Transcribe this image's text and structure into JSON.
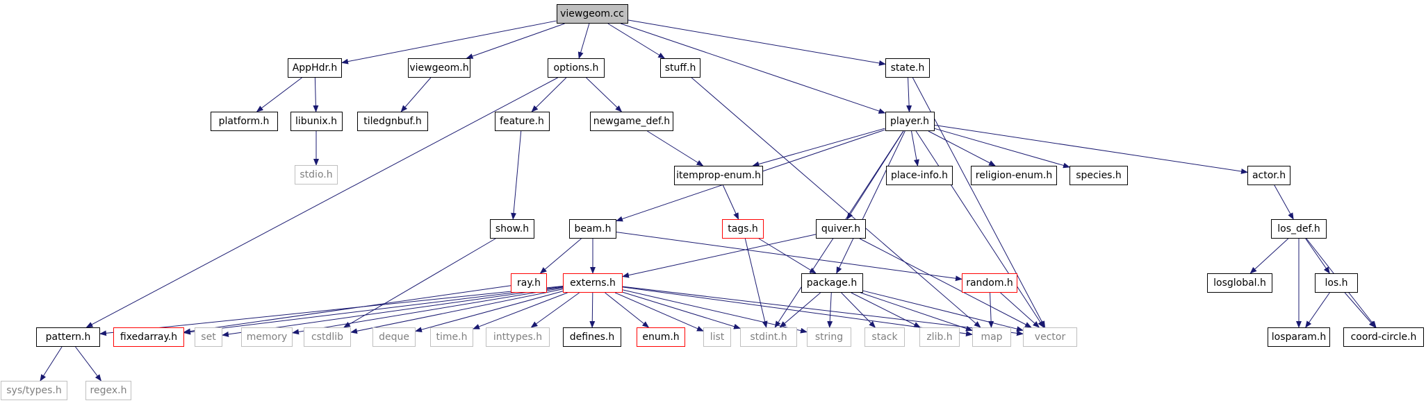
{
  "graph": {
    "edge_color": "#191970",
    "node_style_colors": {
      "normal": "#000000",
      "external": "#bfbfbf",
      "truncated": "#ff0000",
      "root_fill": "#bfbfbf"
    },
    "nodes": [
      {
        "id": "viewgeom_cc",
        "label": "viewgeom.cc",
        "style": "root"
      },
      {
        "id": "apphdr_h",
        "label": "AppHdr.h",
        "style": "normal"
      },
      {
        "id": "viewgeom_h",
        "label": "viewgeom.h",
        "style": "normal"
      },
      {
        "id": "options_h",
        "label": "options.h",
        "style": "normal"
      },
      {
        "id": "stuff_h",
        "label": "stuff.h",
        "style": "normal"
      },
      {
        "id": "state_h",
        "label": "state.h",
        "style": "normal"
      },
      {
        "id": "platform_h",
        "label": "platform.h",
        "style": "normal"
      },
      {
        "id": "libunix_h",
        "label": "libunix.h",
        "style": "normal"
      },
      {
        "id": "tiledgnbuf_h",
        "label": "tiledgnbuf.h",
        "style": "normal"
      },
      {
        "id": "feature_h",
        "label": "feature.h",
        "style": "normal"
      },
      {
        "id": "newgame_def_h",
        "label": "newgame_def.h",
        "style": "normal"
      },
      {
        "id": "player_h",
        "label": "player.h",
        "style": "normal"
      },
      {
        "id": "stdio_h",
        "label": "stdio.h",
        "style": "external"
      },
      {
        "id": "itemprop_enum_h",
        "label": "itemprop-enum.h",
        "style": "normal"
      },
      {
        "id": "place_info_h",
        "label": "place-info.h",
        "style": "normal"
      },
      {
        "id": "religion_enum_h",
        "label": "religion-enum.h",
        "style": "normal"
      },
      {
        "id": "species_h",
        "label": "species.h",
        "style": "normal"
      },
      {
        "id": "actor_h",
        "label": "actor.h",
        "style": "normal"
      },
      {
        "id": "show_h",
        "label": "show.h",
        "style": "normal"
      },
      {
        "id": "beam_h",
        "label": "beam.h",
        "style": "normal"
      },
      {
        "id": "tags_h",
        "label": "tags.h",
        "style": "truncated"
      },
      {
        "id": "quiver_h",
        "label": "quiver.h",
        "style": "normal"
      },
      {
        "id": "los_def_h",
        "label": "los_def.h",
        "style": "normal"
      },
      {
        "id": "ray_h",
        "label": "ray.h",
        "style": "truncated"
      },
      {
        "id": "externs_h",
        "label": "externs.h",
        "style": "truncated"
      },
      {
        "id": "package_h",
        "label": "package.h",
        "style": "normal"
      },
      {
        "id": "random_h",
        "label": "random.h",
        "style": "truncated"
      },
      {
        "id": "losglobal_h",
        "label": "losglobal.h",
        "style": "normal"
      },
      {
        "id": "los_h",
        "label": "los.h",
        "style": "normal"
      },
      {
        "id": "pattern_h",
        "label": "pattern.h",
        "style": "normal"
      },
      {
        "id": "fixedarray_h",
        "label": "fixedarray.h",
        "style": "truncated"
      },
      {
        "id": "set",
        "label": "set",
        "style": "external"
      },
      {
        "id": "memory",
        "label": "memory",
        "style": "external"
      },
      {
        "id": "cstdlib",
        "label": "cstdlib",
        "style": "external"
      },
      {
        "id": "deque",
        "label": "deque",
        "style": "external"
      },
      {
        "id": "time_h",
        "label": "time.h",
        "style": "external"
      },
      {
        "id": "inttypes_h",
        "label": "inttypes.h",
        "style": "external"
      },
      {
        "id": "defines_h",
        "label": "defines.h",
        "style": "normal"
      },
      {
        "id": "enum_h",
        "label": "enum.h",
        "style": "truncated"
      },
      {
        "id": "list",
        "label": "list",
        "style": "external"
      },
      {
        "id": "stdint_h",
        "label": "stdint.h",
        "style": "external"
      },
      {
        "id": "string",
        "label": "string",
        "style": "external"
      },
      {
        "id": "stack",
        "label": "stack",
        "style": "external"
      },
      {
        "id": "zlib_h",
        "label": "zlib.h",
        "style": "external"
      },
      {
        "id": "map",
        "label": "map",
        "style": "external"
      },
      {
        "id": "vector",
        "label": "vector",
        "style": "external"
      },
      {
        "id": "losparam_h",
        "label": "losparam.h",
        "style": "normal"
      },
      {
        "id": "coord_circle_h",
        "label": "coord-circle.h",
        "style": "normal"
      },
      {
        "id": "sys_types_h",
        "label": "sys/types.h",
        "style": "external"
      },
      {
        "id": "regex_h",
        "label": "regex.h",
        "style": "external"
      }
    ],
    "edges": [
      [
        "viewgeom_cc",
        "apphdr_h"
      ],
      [
        "viewgeom_cc",
        "viewgeom_h"
      ],
      [
        "viewgeom_cc",
        "options_h"
      ],
      [
        "viewgeom_cc",
        "stuff_h"
      ],
      [
        "viewgeom_cc",
        "player_h"
      ],
      [
        "viewgeom_cc",
        "state_h"
      ],
      [
        "apphdr_h",
        "platform_h"
      ],
      [
        "apphdr_h",
        "libunix_h"
      ],
      [
        "libunix_h",
        "stdio_h"
      ],
      [
        "viewgeom_h",
        "tiledgnbuf_h"
      ],
      [
        "options_h",
        "feature_h"
      ],
      [
        "options_h",
        "newgame_def_h"
      ],
      [
        "options_h",
        "pattern_h"
      ],
      [
        "stuff_h",
        "map"
      ],
      [
        "state_h",
        "player_h"
      ],
      [
        "state_h",
        "vector"
      ],
      [
        "feature_h",
        "show_h"
      ],
      [
        "show_h",
        "cstdlib"
      ],
      [
        "newgame_def_h",
        "itemprop_enum_h"
      ],
      [
        "player_h",
        "itemprop_enum_h"
      ],
      [
        "player_h",
        "place_info_h"
      ],
      [
        "player_h",
        "religion_enum_h"
      ],
      [
        "player_h",
        "species_h"
      ],
      [
        "player_h",
        "actor_h"
      ],
      [
        "player_h",
        "beam_h"
      ],
      [
        "player_h",
        "quiver_h"
      ],
      [
        "player_h",
        "package_h"
      ],
      [
        "player_h",
        "stdint_h"
      ],
      [
        "player_h",
        "vector"
      ],
      [
        "itemprop_enum_h",
        "tags_h"
      ],
      [
        "tags_h",
        "package_h"
      ],
      [
        "tags_h",
        "stdint_h"
      ],
      [
        "actor_h",
        "los_def_h"
      ],
      [
        "los_def_h",
        "losglobal_h"
      ],
      [
        "los_def_h",
        "los_h"
      ],
      [
        "los_def_h",
        "losparam_h"
      ],
      [
        "los_def_h",
        "coord_circle_h"
      ],
      [
        "los_h",
        "losparam_h"
      ],
      [
        "los_h",
        "coord_circle_h"
      ],
      [
        "beam_h",
        "ray_h"
      ],
      [
        "beam_h",
        "externs_h"
      ],
      [
        "beam_h",
        "random_h"
      ],
      [
        "quiver_h",
        "externs_h"
      ],
      [
        "quiver_h",
        "vector"
      ],
      [
        "ray_h",
        "fixedarray_h"
      ],
      [
        "externs_h",
        "pattern_h"
      ],
      [
        "externs_h",
        "fixedarray_h"
      ],
      [
        "externs_h",
        "set"
      ],
      [
        "externs_h",
        "memory"
      ],
      [
        "externs_h",
        "cstdlib"
      ],
      [
        "externs_h",
        "deque"
      ],
      [
        "externs_h",
        "time_h"
      ],
      [
        "externs_h",
        "inttypes_h"
      ],
      [
        "externs_h",
        "defines_h"
      ],
      [
        "externs_h",
        "enum_h"
      ],
      [
        "externs_h",
        "list"
      ],
      [
        "externs_h",
        "stdint_h"
      ],
      [
        "externs_h",
        "string"
      ],
      [
        "externs_h",
        "map"
      ],
      [
        "externs_h",
        "vector"
      ],
      [
        "package_h",
        "stdint_h"
      ],
      [
        "package_h",
        "string"
      ],
      [
        "package_h",
        "stack"
      ],
      [
        "package_h",
        "zlib_h"
      ],
      [
        "package_h",
        "map"
      ],
      [
        "package_h",
        "vector"
      ],
      [
        "random_h",
        "map"
      ],
      [
        "random_h",
        "vector"
      ],
      [
        "pattern_h",
        "sys_types_h"
      ],
      [
        "pattern_h",
        "regex_h"
      ]
    ]
  }
}
